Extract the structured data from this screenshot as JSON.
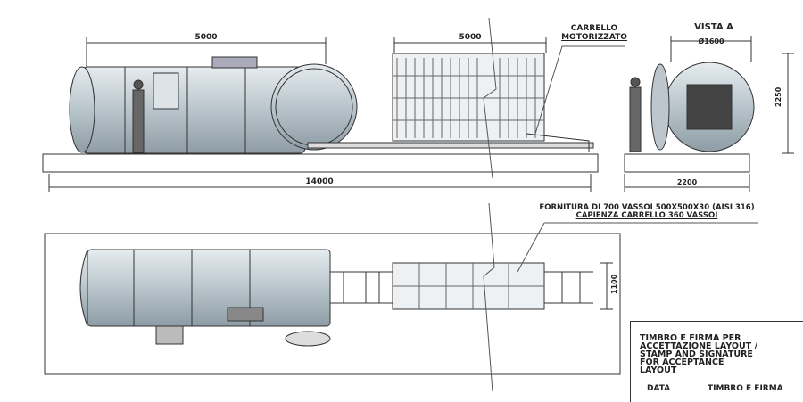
{
  "side_view": {
    "dim_tank_length": "5000",
    "dim_cart_length": "5000",
    "dim_total_length": "14000",
    "cart_label_line1": "CARRELLO",
    "cart_label_line2": "MOTORIZZATO"
  },
  "end_view": {
    "title": "VISTA A",
    "dim_diameter": "Ø1600",
    "dim_height": "2250",
    "dim_width": "2200"
  },
  "plan_view": {
    "note_line1": "FORNITURA DI 700 VASSOI 500X500X30 (AISI 316)",
    "note_line2": "CAPIENZA CARRELLO 360 VASSOI",
    "dim_width": "1100"
  },
  "stamp_box": {
    "text": "TIMBRO E FIRMA PER ACCETTAZIONE LAYOUT / STAMP AND SIGNATURE FOR ACCEPTANCE LAYOUT",
    "date_label": "DATA",
    "stamp_label": "TIMBRO E FIRMA"
  },
  "colors": {
    "line": "#333333",
    "tank": "#c9d3da"
  }
}
